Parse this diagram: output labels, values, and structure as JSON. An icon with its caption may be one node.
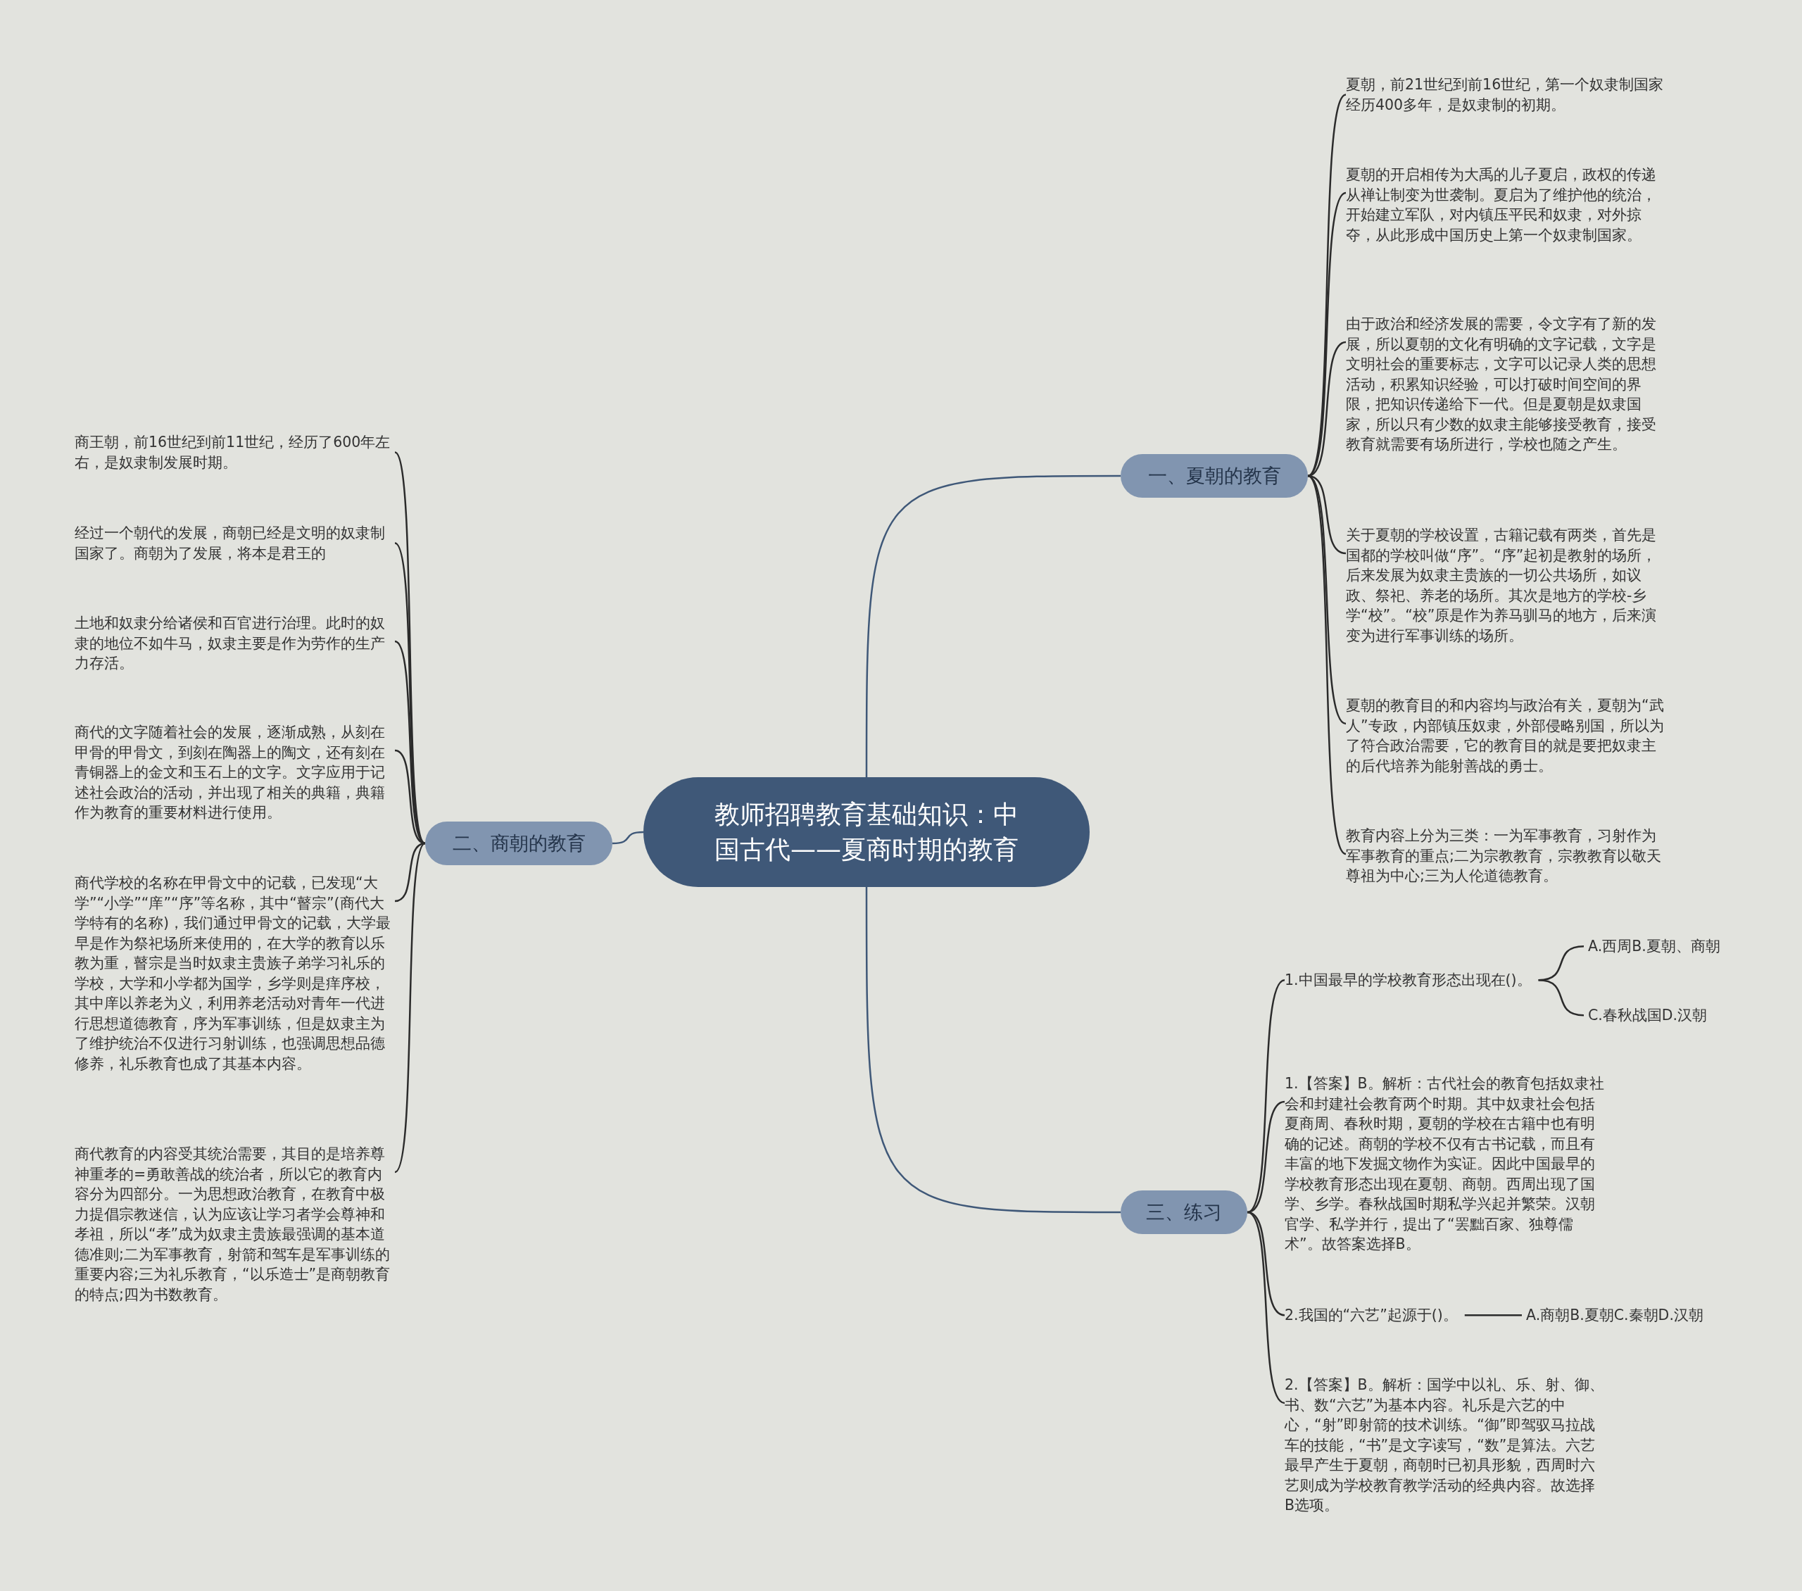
{
  "diagram": {
    "nodes": [
      {
        "text": [
          "教师招聘教育基础知识：中国古代——夏商时期的教育"
        ]
      },
      {
        "text": [
          "一、夏朝的教育"
        ]
      },
      {
        "text": [
          "夏朝，前21世纪到前16世纪，第一个奴隶制国家经历400多年，是奴隶制的初期。"
        ]
      },
      {
        "text": [
          "夏朝的开启相传为大禹的儿子夏启，政权的传递从禅让制变为世袭制。夏启为了维护他的统治，开始建立军队，对内镇压平民和奴隶，对外掠夺，从此形成中国历史上第一个奴隶制国家。"
        ]
      },
      {
        "text": [
          "由于政治和经济发展的需要，令文字有了新的发展，所以夏朝的文化有明确的文字记载，文字是文明社会的重要标志，文字可以记录人类的思想活动，积累知识经验，可以打破时间空间的界限，把知识传递给下一代。但是夏朝是奴隶国家，所以只有少数的奴隶主能够接受教育，接受教育就需要有场所进行，学校也随之产生。"
        ]
      },
      {
        "text": [
          "关于夏朝的学校设置，古籍记载有两类，首先是国都的学校叫做“序”。“序”起初是教射的场所，后来发展为奴隶主贵族的一切公共场所，如议政、祭祀、养老的场所。其次是地方的学校-乡学“校”。“校”原是作为养马驯马的地方，后来演变为进行军事训练的场所。"
        ]
      },
      {
        "text": [
          "夏朝的教育目的和内容均与政治有关，夏朝为“武人”专政，内部镇压奴隶，外部侵略别国，所以为了符合政治需要，它的教育目的就是要把奴隶主的后代培养为能射善战的勇士。"
        ]
      },
      {
        "text": [
          "教育内容上分为三类：一为军事教育，习射作为军事教育的重点;二为宗教教育，宗教教育以敬天尊祖为中心;三为人伦道德教育。"
        ]
      },
      {
        "text": [
          "二、商朝的教育"
        ]
      },
      {
        "text": [
          "商王朝，前16世纪到前11世纪，经历了600年左右，是奴隶制发展时期。"
        ]
      },
      {
        "text": [
          "经过一个朝代的发展，商朝已经是文明的奴隶制国家了。商朝为了发展，将本是君王的"
        ]
      },
      {
        "text": [
          "土地和奴隶分给诸侯和百官进行治理。此时的奴隶的地位不如牛马，奴隶主要是作为劳作的生产力存活。"
        ]
      },
      {
        "text": [
          "商代的文字随着社会的发展，逐渐成熟，从刻在甲骨的甲骨文，到刻在陶器上的陶文，还有刻在青铜器上的金文和玉石上的文字。文字应用于记述社会政治的活动，并出现了相关的典籍，典籍作为教育的重要材料进行使用。"
        ]
      },
      {
        "text": [
          "商代学校的名称在甲骨文中的记载，已发现“大学”“小学”“庠”“序”等名称，其中“瞽宗”(商代大学特有的名称)，我们通过甲骨文的记载，大学最早是作为祭祀场所来使用的，在大学的教育以乐教为重，瞽宗是当时奴隶主贵族子弟学习礼乐的学校，大学和小学都为国学，乡学则是痒序校，其中庠以养老为义，利用养老活动对青年一代进行思想道德教育，序为军事训练，但是奴隶主为了维护统治不仅进行习射训练，也强调思想品德修养，礼乐教育也成了其基本内容。"
        ]
      },
      {
        "text": [
          "商代教育的内容受其统治需要，其目的是培养尊神重孝的=勇敢善战的统治者，所以它的教育内容分为四部分。一为思想政治教育，在教育中极力提倡宗教迷信，认为应该让学习者学会尊神和孝祖，所以“孝”成为奴隶主贵族最强调的基本道德准则;二为军事教育，射箭和驾车是军事训练的重要内容;三为礼乐教育，“以乐造士”是商朝教育的特点;四为书数教育。"
        ]
      },
      {
        "text": [
          "三、练习"
        ]
      },
      {
        "text": [
          "1.中国最早的学校教育形态出现在()。"
        ]
      },
      {
        "text": [
          "A.西周B.夏朝、商朝"
        ]
      },
      {
        "text": [
          "C.春秋战国D.汉朝"
        ]
      },
      {
        "text": [
          "1.【答案】B。解析：古代社会的教育包括奴隶社会和封建社会教育两个时期。其中奴隶社会包括夏商周、春秋时期，夏朝的学校在古籍中也有明确的记述。商朝的学校不仅有古书记载，而且有丰富的地下发掘文物作为实证。因此中国最早的学校教育形态出现在夏朝、商朝。西周出现了国学、乡学。春秋战国时期私学兴起并繁荣。汉朝官学、私学并行，提出了“罢黜百家、独尊儒术”。故答案选择B。"
        ]
      },
      {
        "text": [
          "2.我国的“六艺”起源于()。"
        ]
      },
      {
        "text": [
          "A.商朝B.夏朝C.秦朝D.汉朝"
        ]
      },
      {
        "text": [
          "2.【答案】B。解析：国学中以礼、乐、射、御、书、数“六艺”为基本内容。礼乐是六艺的中心，“射”即射箭的技术训练。“御”即驾驭马拉战车的技能，“书”是文字读写，“数”是算法。六艺最早产生于夏朝，商朝时已初具形貌，西周时六艺则成为学校教育教学活动的经典内容。故选择B选项。"
        ]
      }
    ],
    "edges": [
      {
        "from": 0,
        "to": 1,
        "arrow": "none"
      },
      {
        "from": 1,
        "to": 2,
        "arrow": "none"
      },
      {
        "from": 1,
        "to": 3,
        "arrow": "none"
      },
      {
        "from": 1,
        "to": 4,
        "arrow": "none"
      },
      {
        "from": 1,
        "to": 5,
        "arrow": "none"
      },
      {
        "from": 1,
        "to": 6,
        "arrow": "none"
      },
      {
        "from": 1,
        "to": 7,
        "arrow": "none"
      },
      {
        "from": 0,
        "to": 8,
        "arrow": "none"
      },
      {
        "from": 8,
        "to": 9,
        "arrow": "none"
      },
      {
        "from": 8,
        "to": 10,
        "arrow": "none"
      },
      {
        "from": 8,
        "to": 11,
        "arrow": "none"
      },
      {
        "from": 8,
        "to": 12,
        "arrow": "none"
      },
      {
        "from": 8,
        "to": 13,
        "arrow": "none"
      },
      {
        "from": 8,
        "to": 14,
        "arrow": "none"
      },
      {
        "from": 0,
        "to": 15,
        "arrow": "none"
      },
      {
        "from": 15,
        "to": 16,
        "arrow": "none"
      },
      {
        "from": 16,
        "to": 17,
        "arrow": "none"
      },
      {
        "from": 16,
        "to": 18,
        "arrow": "none"
      },
      {
        "from": 15,
        "to": 19,
        "arrow": "none"
      },
      {
        "from": 15,
        "to": 20,
        "arrow": "none"
      },
      {
        "from": 20,
        "to": 21,
        "arrow": "none"
      },
      {
        "from": 15,
        "to": 22,
        "arrow": "none"
      }
    ]
  }
}
